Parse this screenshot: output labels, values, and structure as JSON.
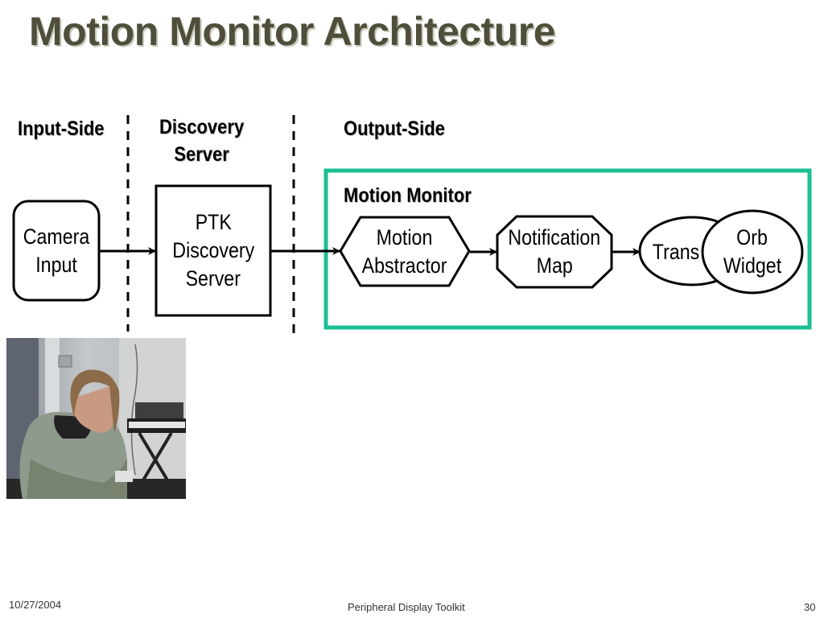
{
  "slide": {
    "title": "Motion Monitor Architecture",
    "sections": {
      "input_side": "Input-Side",
      "discovery_server_line1": "Discovery",
      "discovery_server_line2": "Server",
      "output_side": "Output-Side"
    },
    "group_label": "Motion Monitor",
    "group_border_color": "#1cbf94",
    "nodes": {
      "camera_input": {
        "line1": "Camera",
        "line2": "Input"
      },
      "ptk_discovery_server": {
        "line1": "PTK",
        "line2": "Discovery",
        "line3": "Server"
      },
      "motion_abstractor": {
        "line1": "Motion",
        "line2": "Abstractor"
      },
      "notification_map": {
        "line1": "Notification",
        "line2": "Map"
      },
      "transition": {
        "line1": "Trans"
      },
      "orb_widget": {
        "line1": "Orb",
        "line2": "Widget"
      }
    }
  },
  "footer": {
    "date": "10/27/2004",
    "center": "Peripheral Display Toolkit",
    "page_number": "30"
  }
}
